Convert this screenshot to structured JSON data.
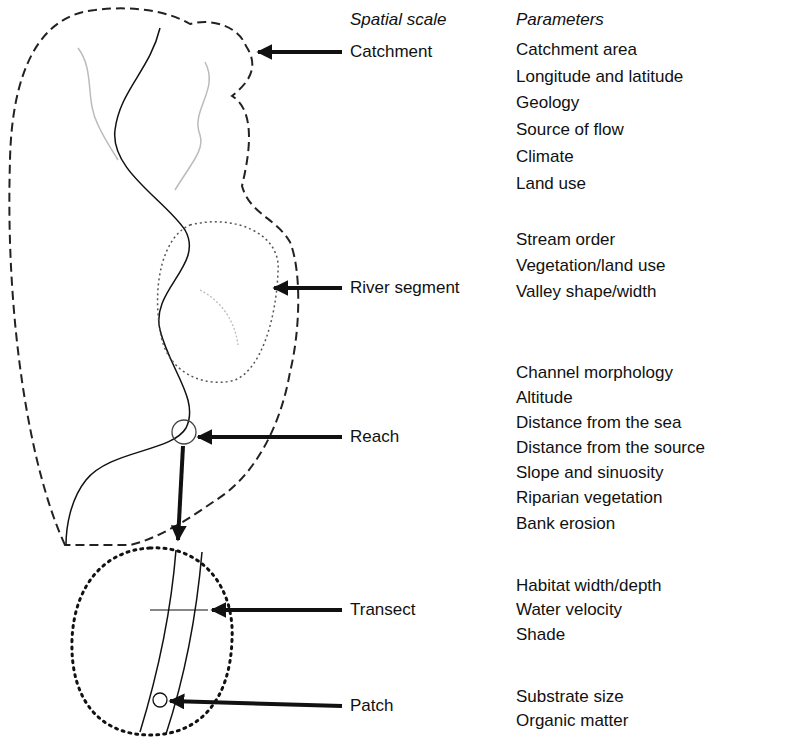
{
  "diagram": {
    "labels": [
      "Spatial scale",
      "Parameters",
      "Catchment",
      "Catchment area",
      "Longitude and latitude",
      "Geology",
      "Source of flow",
      "Climate",
      "Land use",
      "River segment",
      "Stream order",
      "Vegetation/land use",
      "Valley shape/width",
      "Reach",
      "Channel morphology",
      "Altitude",
      "Distance from the sea",
      "Distance from the source",
      "Slope and sinuosity",
      "Riparian vegetation",
      "Bank erosion",
      "Transect",
      "Habitat width/depth",
      "Water velocity",
      "Shade",
      "Patch",
      "Substrate size",
      "Organic matter"
    ]
  }
}
